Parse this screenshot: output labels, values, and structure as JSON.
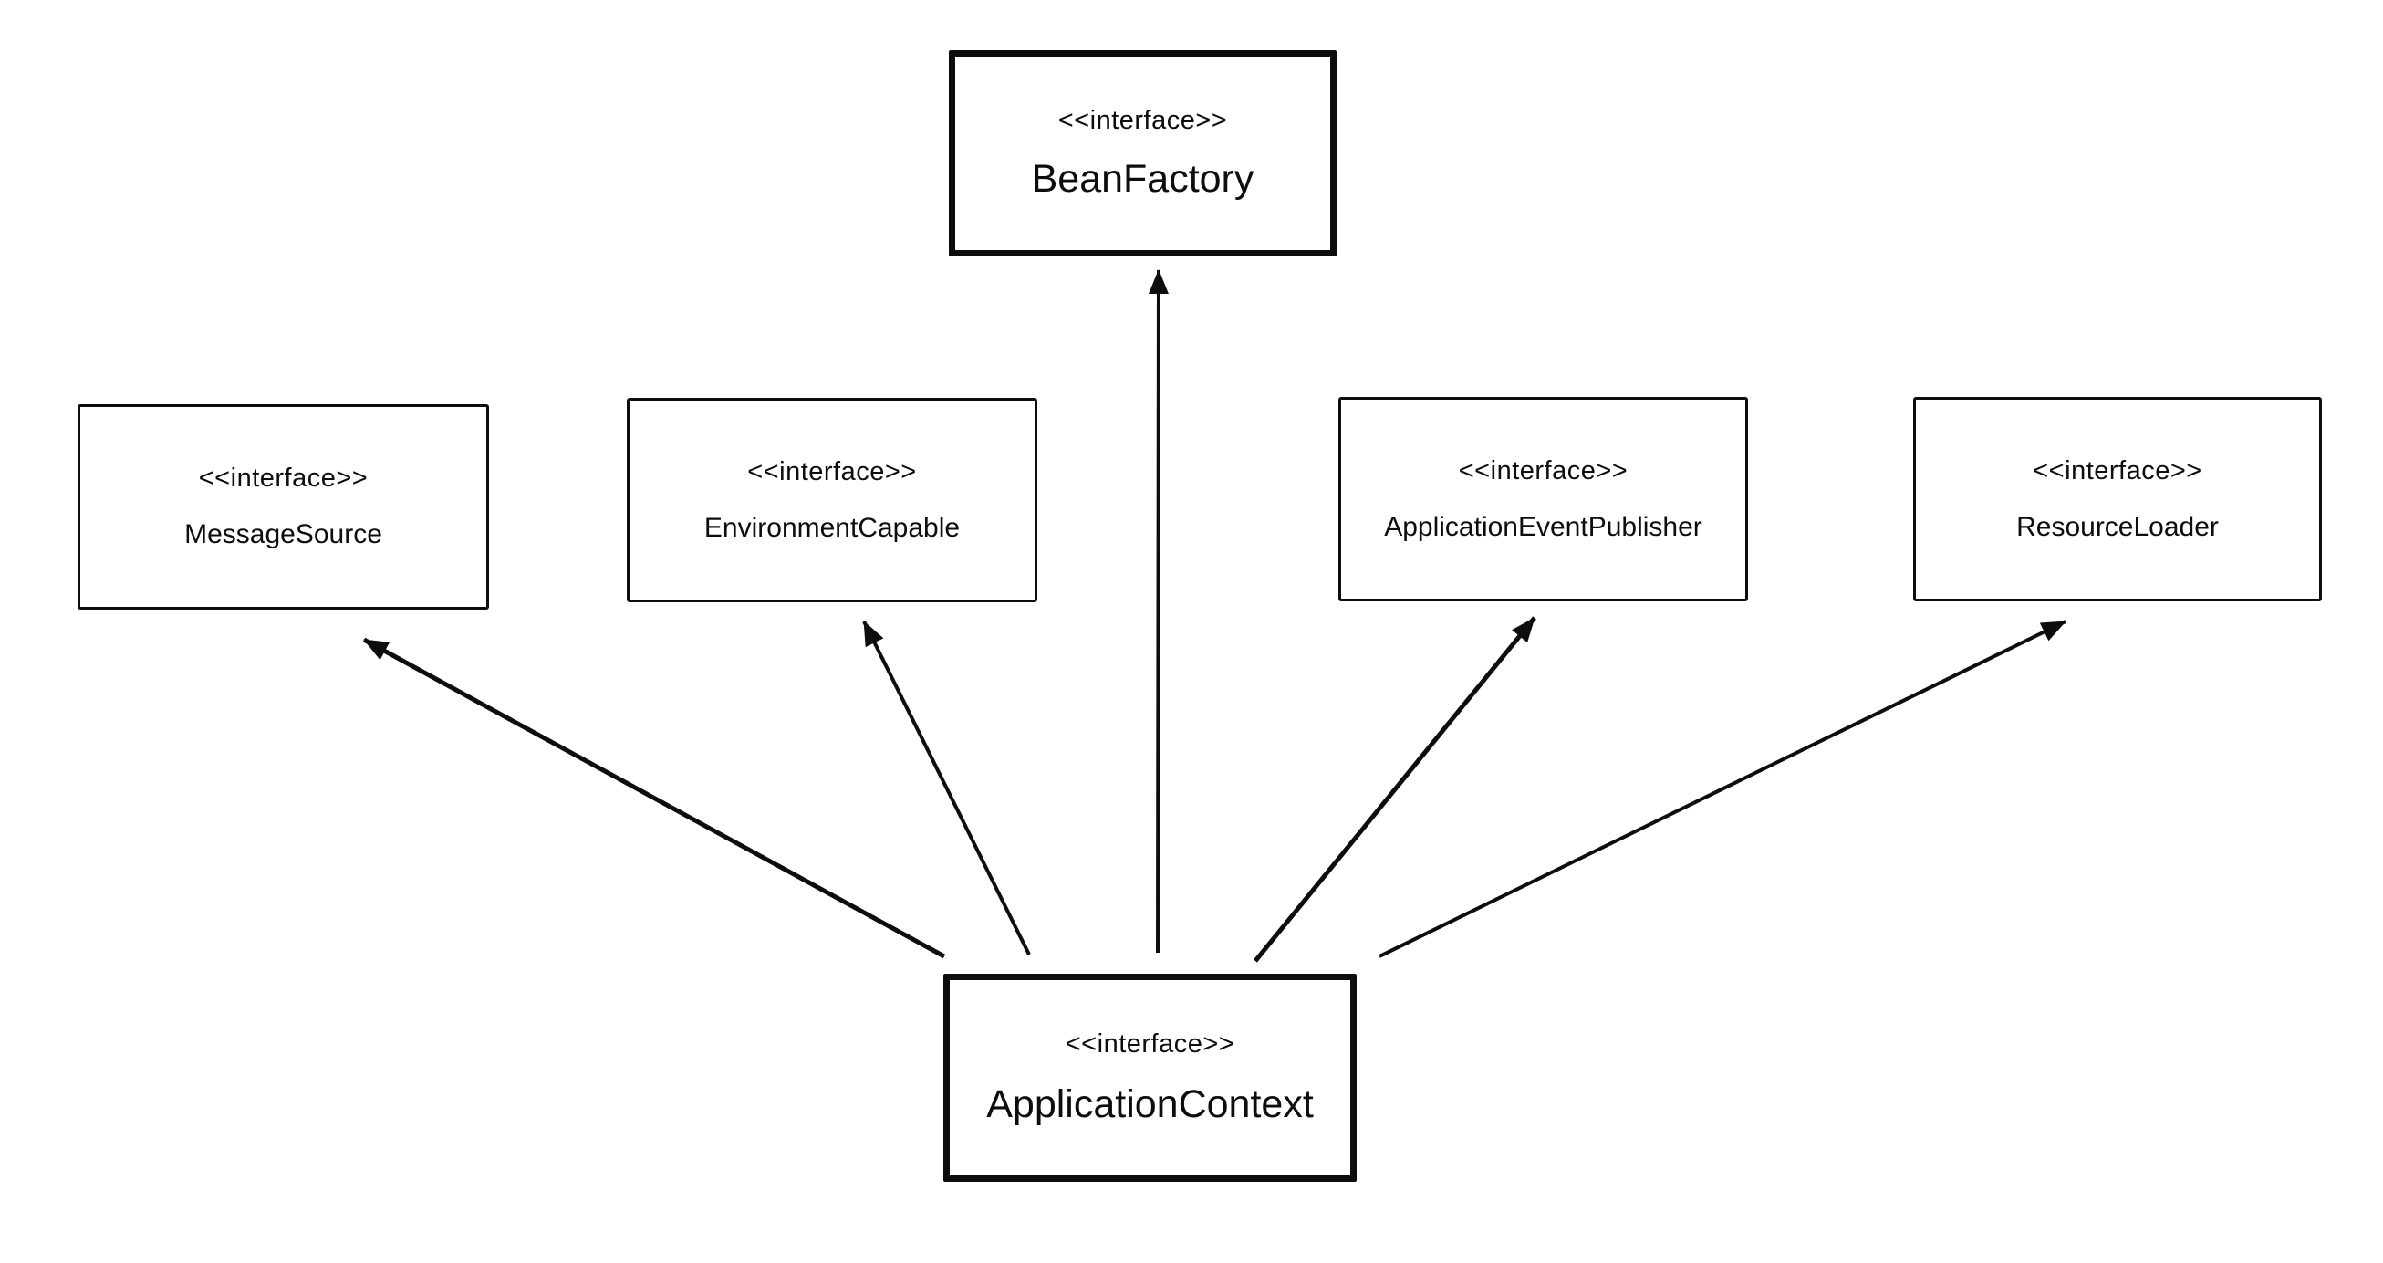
{
  "colors": {
    "background": "#ffffff",
    "stroke": "#0d0d0d",
    "text": "#0d0d0d"
  },
  "nodes": {
    "bean_factory": {
      "stereotype": "<<interface>>",
      "name": "BeanFactory"
    },
    "message_source": {
      "stereotype": "<<interface>>",
      "name": "MessageSource"
    },
    "environment_capable": {
      "stereotype": "<<interface>>",
      "name": "EnvironmentCapable"
    },
    "application_event_publisher": {
      "stereotype": "<<interface>>",
      "name": "ApplicationEventPublisher"
    },
    "resource_loader": {
      "stereotype": "<<interface>>",
      "name": "ResourceLoader"
    },
    "application_context": {
      "stereotype": "<<interface>>",
      "name": "ApplicationContext"
    }
  },
  "edges": [
    {
      "from": "ApplicationContext",
      "to": "MessageSource",
      "style": "solid-arrow"
    },
    {
      "from": "ApplicationContext",
      "to": "EnvironmentCapable",
      "style": "solid-arrow"
    },
    {
      "from": "ApplicationContext",
      "to": "BeanFactory",
      "style": "solid-arrow"
    },
    {
      "from": "ApplicationContext",
      "to": "ApplicationEventPublisher",
      "style": "solid-arrow"
    },
    {
      "from": "ApplicationContext",
      "to": "ResourceLoader",
      "style": "solid-arrow"
    }
  ]
}
